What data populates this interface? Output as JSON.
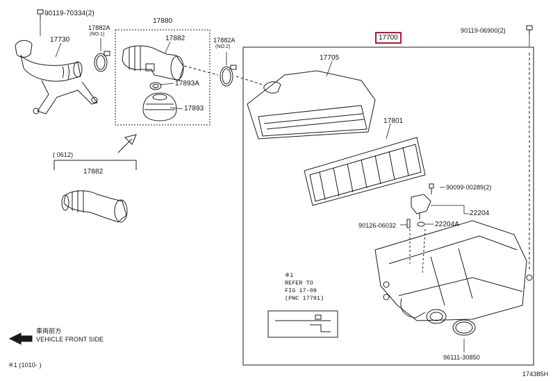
{
  "labels": {
    "bolt_top_left": "90119-70334(2)",
    "duct_17730": "17730",
    "clamp_17882A_no1": "17882A",
    "no1": "(NO.1)",
    "hose_assy_17880": "17880",
    "hose_17882": "17882",
    "clamp_17893A": "17893A",
    "resonator_17893": "17893",
    "clamp_17882A_no2": "17882A",
    "no2": "(NO.2)",
    "assy_17700": "17700",
    "bolt_top_right": "90119-06900(2)",
    "cap_17705": "17705",
    "element_17801": "17801",
    "screw_90099": "90099-00289(2)",
    "sensor_22204": "22204",
    "gasket_22204A": "22204A",
    "pin_90126": "90126-06032",
    "clamp_96111": "96111-30850",
    "date_range": "(      0612)",
    "hose_alt_17882": "17882",
    "ref_note": "※1\nREFER TO\nFIG 17-09\n(PNC 17791)",
    "front_jp": "車両前方",
    "front_en": "VEHICLE FRONT SIDE",
    "footnote": "※1 (1010-      )",
    "figure_no": "174385H"
  },
  "colors": {
    "line": "#1a1a1a",
    "highlight_box": "#b0182b"
  }
}
